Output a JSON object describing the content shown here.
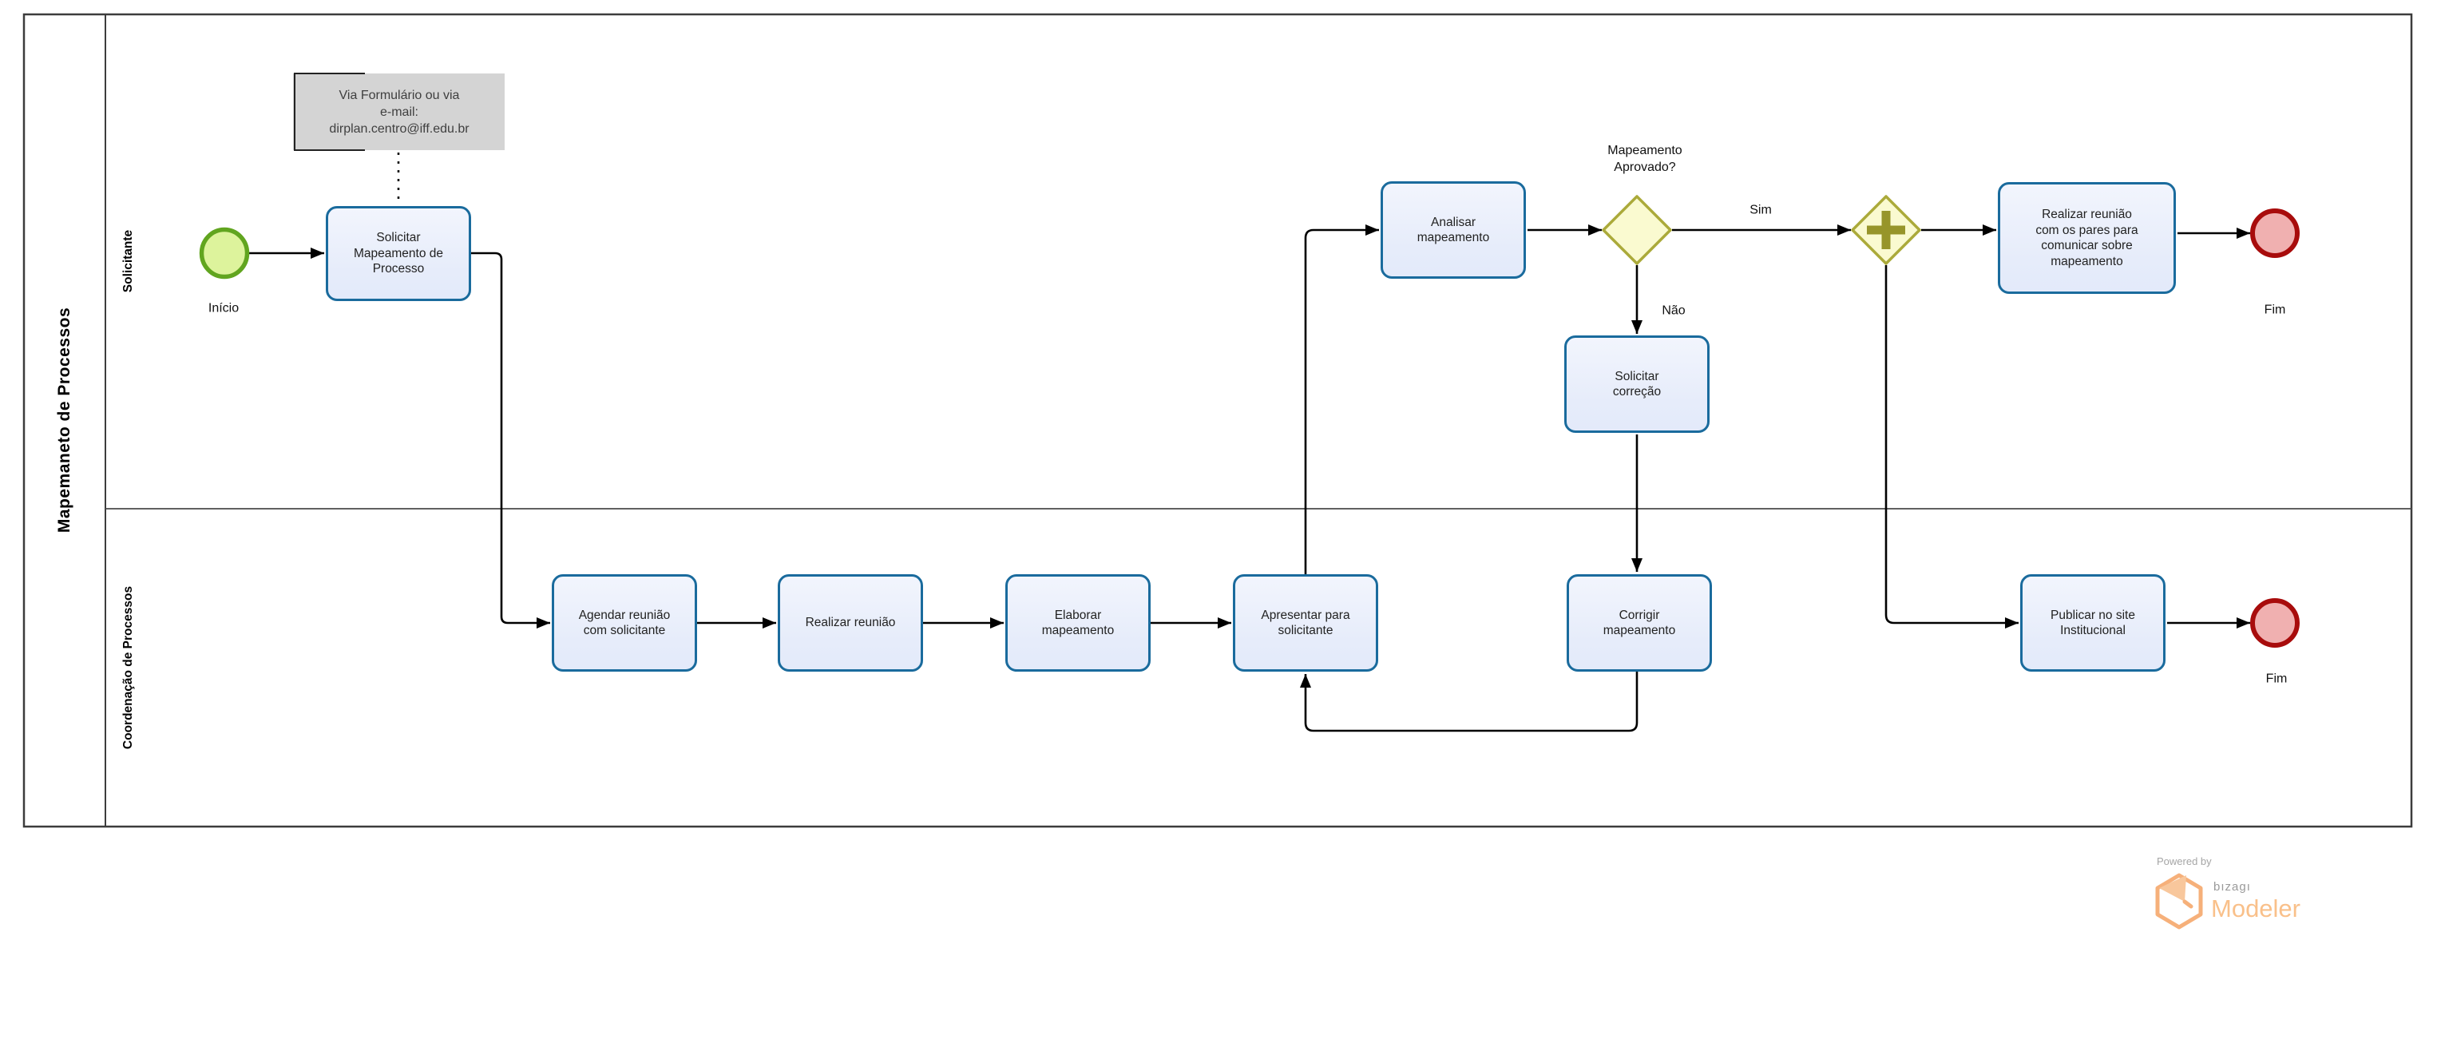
{
  "pool": {
    "title": "Mapemaneto de Processos",
    "lanes": {
      "top": "Solicitante",
      "bottom": "Coordenação de Processos"
    }
  },
  "events": {
    "start": "Início",
    "end_top": "Fim",
    "end_bottom": "Fim"
  },
  "tasks": {
    "solicitar_mapeamento": "Solicitar\nMapeamento de\nProcesso",
    "agendar_reuniao": "Agendar reunião\ncom solicitante",
    "realizar_reuniao": "Realizar reunião",
    "elaborar_mapeamento": "Elaborar\nmapeamento",
    "apresentar_solicitante": "Apresentar para\nsolicitante",
    "analisar_mapeamento": "Analisar\nmapeamento",
    "solicitar_correcao": "Solicitar\ncorreção",
    "corrigir_mapeamento": "Corrigir\nmapeamento",
    "realizar_reuniao_pares": "Realizar reunião\ncom os pares para\ncomunicar sobre\nmapeamento",
    "publicar_site": "Publicar no site\nInstitucional"
  },
  "gateways": {
    "decision_question": "Mapeamento\nAprovado?",
    "label_yes": "Sim",
    "label_no": "Não"
  },
  "annotation": {
    "text": "Via Formulário ou via\ne-mail:\ndirplan.centro@iff.edu.br"
  },
  "branding": {
    "powered_by": "Powered by",
    "brand": "bızagı",
    "product": "Modeler"
  },
  "colors": {
    "task_fill": "#e9ecfa",
    "task_border": "#1a6b9d",
    "gateway_fill": "#fafad0",
    "gateway_border": "#abaa3a",
    "gateway_plus": "#97952a",
    "start_fill": "#ddf39c",
    "start_border": "#61a51f",
    "end_fill": "#f0b0b0",
    "end_border": "#a80c0c",
    "annotation_fill": "#d4d4d4",
    "flow_color": "#000000",
    "pool_border": "#3c3c3c",
    "brand_orange": "#f9c08a",
    "brand_gray": "#9a9a9a"
  }
}
